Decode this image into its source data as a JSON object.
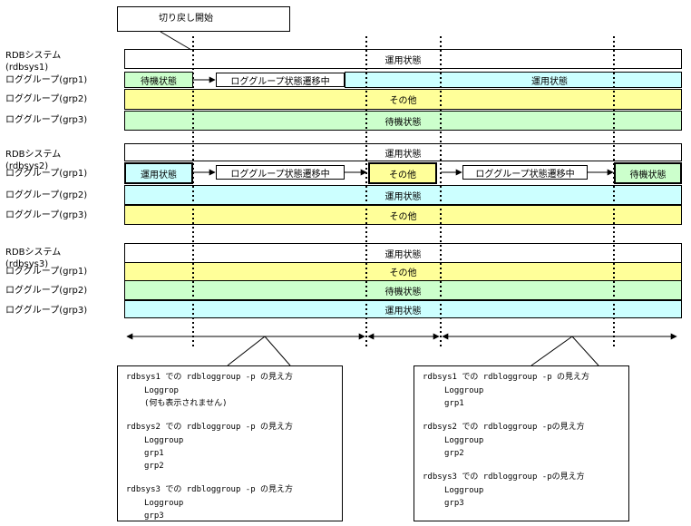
{
  "callout_start": "切り戻し開始",
  "colors": {
    "white": "#ffffff",
    "blue": "#ccffff",
    "yellow": "#ffff99",
    "green": "#ccffcc"
  },
  "systems": [
    {
      "system_label": "RDBシステム",
      "system_id": "(rdbsys1)",
      "system_state": "運用状態",
      "groups": [
        {
          "label": "ロググループ(grp1)",
          "seg_a": "待機状態",
          "transition": "ロググループ状態遷移中",
          "seg_b": "運用状態"
        },
        {
          "label": "ロググループ(grp2)",
          "state": "その他"
        },
        {
          "label": "ロググループ(grp3)",
          "state": "待機状態"
        }
      ]
    },
    {
      "system_label": "RDBシステム",
      "system_id": "(rdbsys2)",
      "system_state": "運用状態",
      "groups": [
        {
          "label": "ロググループ(grp1)",
          "seg_a": "運用状態",
          "transition": "ロググループ状態遷移中",
          "seg_b": "その他",
          "transition2": "ロググループ状態遷移中",
          "seg_c": "待機状態"
        },
        {
          "label": "ロググループ(grp2)",
          "state": "運用状態"
        },
        {
          "label": "ロググループ(grp3)",
          "state": "その他"
        }
      ]
    },
    {
      "system_label": "RDBシステム",
      "system_id": "(rdbsys3)",
      "system_state": "運用状態",
      "groups": [
        {
          "label": "ロググループ(grp1)",
          "state": "その他"
        },
        {
          "label": "ロググループ(grp2)",
          "state": "待機状態"
        },
        {
          "label": "ロググループ(grp3)",
          "state": "運用状態"
        }
      ]
    }
  ],
  "notes_left": [
    "rdbsys1 での rdbloggroup -p の見え方",
    "Loggrop",
    "(何も表示されません)",
    "rdbsys2 での rdbloggroup -p の見え方",
    "Loggroup",
    "grp1",
    "grp2",
    "rdbsys3 での rdbloggroup -p の見え方",
    "Loggroup",
    "grp3"
  ],
  "notes_right": [
    "rdbsys1 での rdbloggroup -p の見え方",
    "Loggroup",
    "grp1",
    "rdbsys2 での rdbloggroup -pの見え方",
    "Loggroup",
    "grp2",
    "rdbsys3 での rdbloggroup -pの見え方",
    "Loggroup",
    "grp3"
  ]
}
